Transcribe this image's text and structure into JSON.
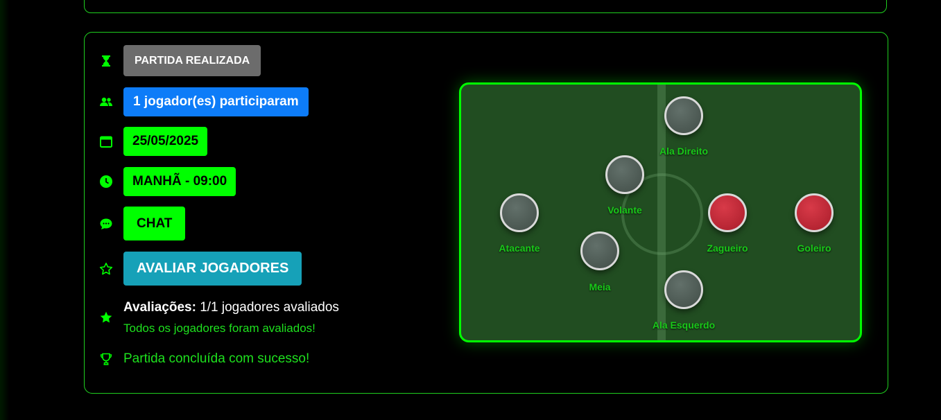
{
  "match": {
    "status_label": "PARTIDA REALIZADA",
    "participants_label": "1 jogador(es) participaram",
    "date": "25/05/2025",
    "time_label": "MANHÃ - 09:00",
    "chat_button": "CHAT",
    "rate_button": "AVALIAR JOGADORES",
    "evaluations": {
      "label": "Avaliações:",
      "value": "1/1 jogadores avaliados",
      "note": "Todos os jogadores foram avaliados!"
    },
    "completion_message": "Partida concluída com sucesso!"
  },
  "field": {
    "positions": [
      {
        "label": "Ala Direito",
        "state": "empty"
      },
      {
        "label": "Volante",
        "state": "empty"
      },
      {
        "label": "Atacante",
        "state": "empty"
      },
      {
        "label": "Zagueiro",
        "state": "filled"
      },
      {
        "label": "Goleiro",
        "state": "filled"
      },
      {
        "label": "Meia",
        "state": "empty"
      },
      {
        "label": "Ala Esquerdo",
        "state": "empty"
      }
    ]
  },
  "colors": {
    "accent": "#00ff00",
    "status_gray": "#6c6c6c",
    "info_blue": "#0d7cf8",
    "rate_teal": "#16a1b8",
    "player_filled": "#c62a38",
    "player_empty": "#4f5c56",
    "field_bg": "#214d21"
  },
  "icons": [
    "hourglass-icon",
    "users-icon",
    "calendar-icon",
    "clock-icon",
    "chat-bubble-icon",
    "star-outline-icon",
    "star-filled-icon",
    "trophy-icon"
  ]
}
